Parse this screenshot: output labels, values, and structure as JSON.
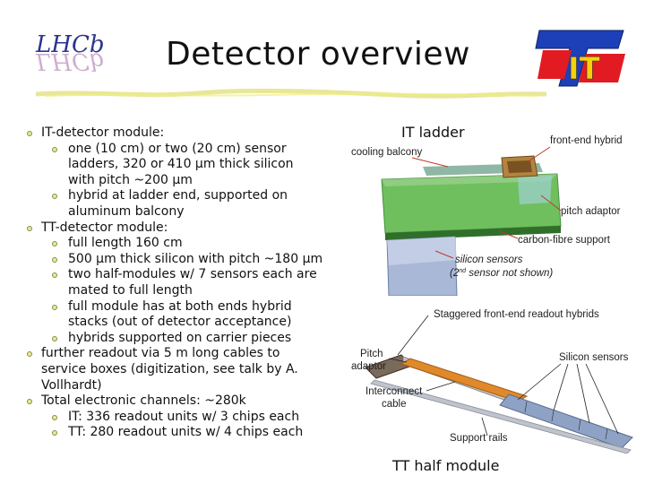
{
  "header": {
    "title": "Detector overview",
    "logo_left_text": "LHCb",
    "logo_right_text": "IT"
  },
  "bullets": [
    {
      "level": 1,
      "lines": [
        "IT-detector module:"
      ]
    },
    {
      "level": 2,
      "lines": [
        "one (10 cm) or two (20 cm) sensor",
        "ladders, 320 or 410 µm thick silicon",
        "with pitch ~200 µm"
      ]
    },
    {
      "level": 2,
      "lines": [
        "hybrid at ladder end, supported on",
        "aluminum balcony"
      ]
    },
    {
      "level": 1,
      "lines": [
        "TT-detector module:"
      ]
    },
    {
      "level": 2,
      "lines": [
        "full length 160 cm"
      ]
    },
    {
      "level": 2,
      "lines": [
        "500 µm thick silicon with pitch ~180 µm"
      ]
    },
    {
      "level": 2,
      "lines": [
        "two half-modules w/ 7 sensors each are",
        "mated to full length"
      ]
    },
    {
      "level": 2,
      "lines": [
        "full module has at both ends hybrid",
        "stacks (out of detector acceptance)"
      ]
    },
    {
      "level": 2,
      "lines": [
        "hybrids supported on carrier pieces"
      ]
    },
    {
      "level": 1,
      "lines": [
        "further readout via 5 m long cables to",
        "service boxes (digitization, see talk by A.",
        "Vollhardt)"
      ]
    },
    {
      "level": 1,
      "lines": [
        "Total electronic channels: ~280k"
      ]
    },
    {
      "level": 2,
      "lines": [
        "IT: 336 readout units w/ 3 chips each"
      ]
    },
    {
      "level": 2,
      "lines": [
        "TT: 280 readout units w/ 4 chips each"
      ]
    }
  ],
  "figures": {
    "it_caption": "IT ladder",
    "tt_caption": "TT half module",
    "it_labels": {
      "cooling": "cooling balcony",
      "hybrid": "front-end hybrid",
      "pitch": "pitch adaptor",
      "support": "carbon-fibre support",
      "sensors1": "silicon sensors",
      "sensors2_a": "(2",
      "sensors2_sup": "nd",
      "sensors2_b": " sensor not shown)"
    },
    "tt_labels": {
      "staggered": "Staggered front-end readout hybrids",
      "pitch1": "Pitch",
      "pitch2": "adaptor",
      "inter1": "Interconnect",
      "inter2": "cable",
      "silicon": "Silicon sensors",
      "rails": "Support rails"
    }
  },
  "colors": {
    "bullet_dot": "#e7ea8f",
    "label_red": "#c0392b",
    "sensor_green": "#7cc36d",
    "tt_orange": "#d9832a",
    "its_red": "#e21b23",
    "its_blue": "#1d3fb8",
    "its_yellow": "#f6d10a"
  }
}
